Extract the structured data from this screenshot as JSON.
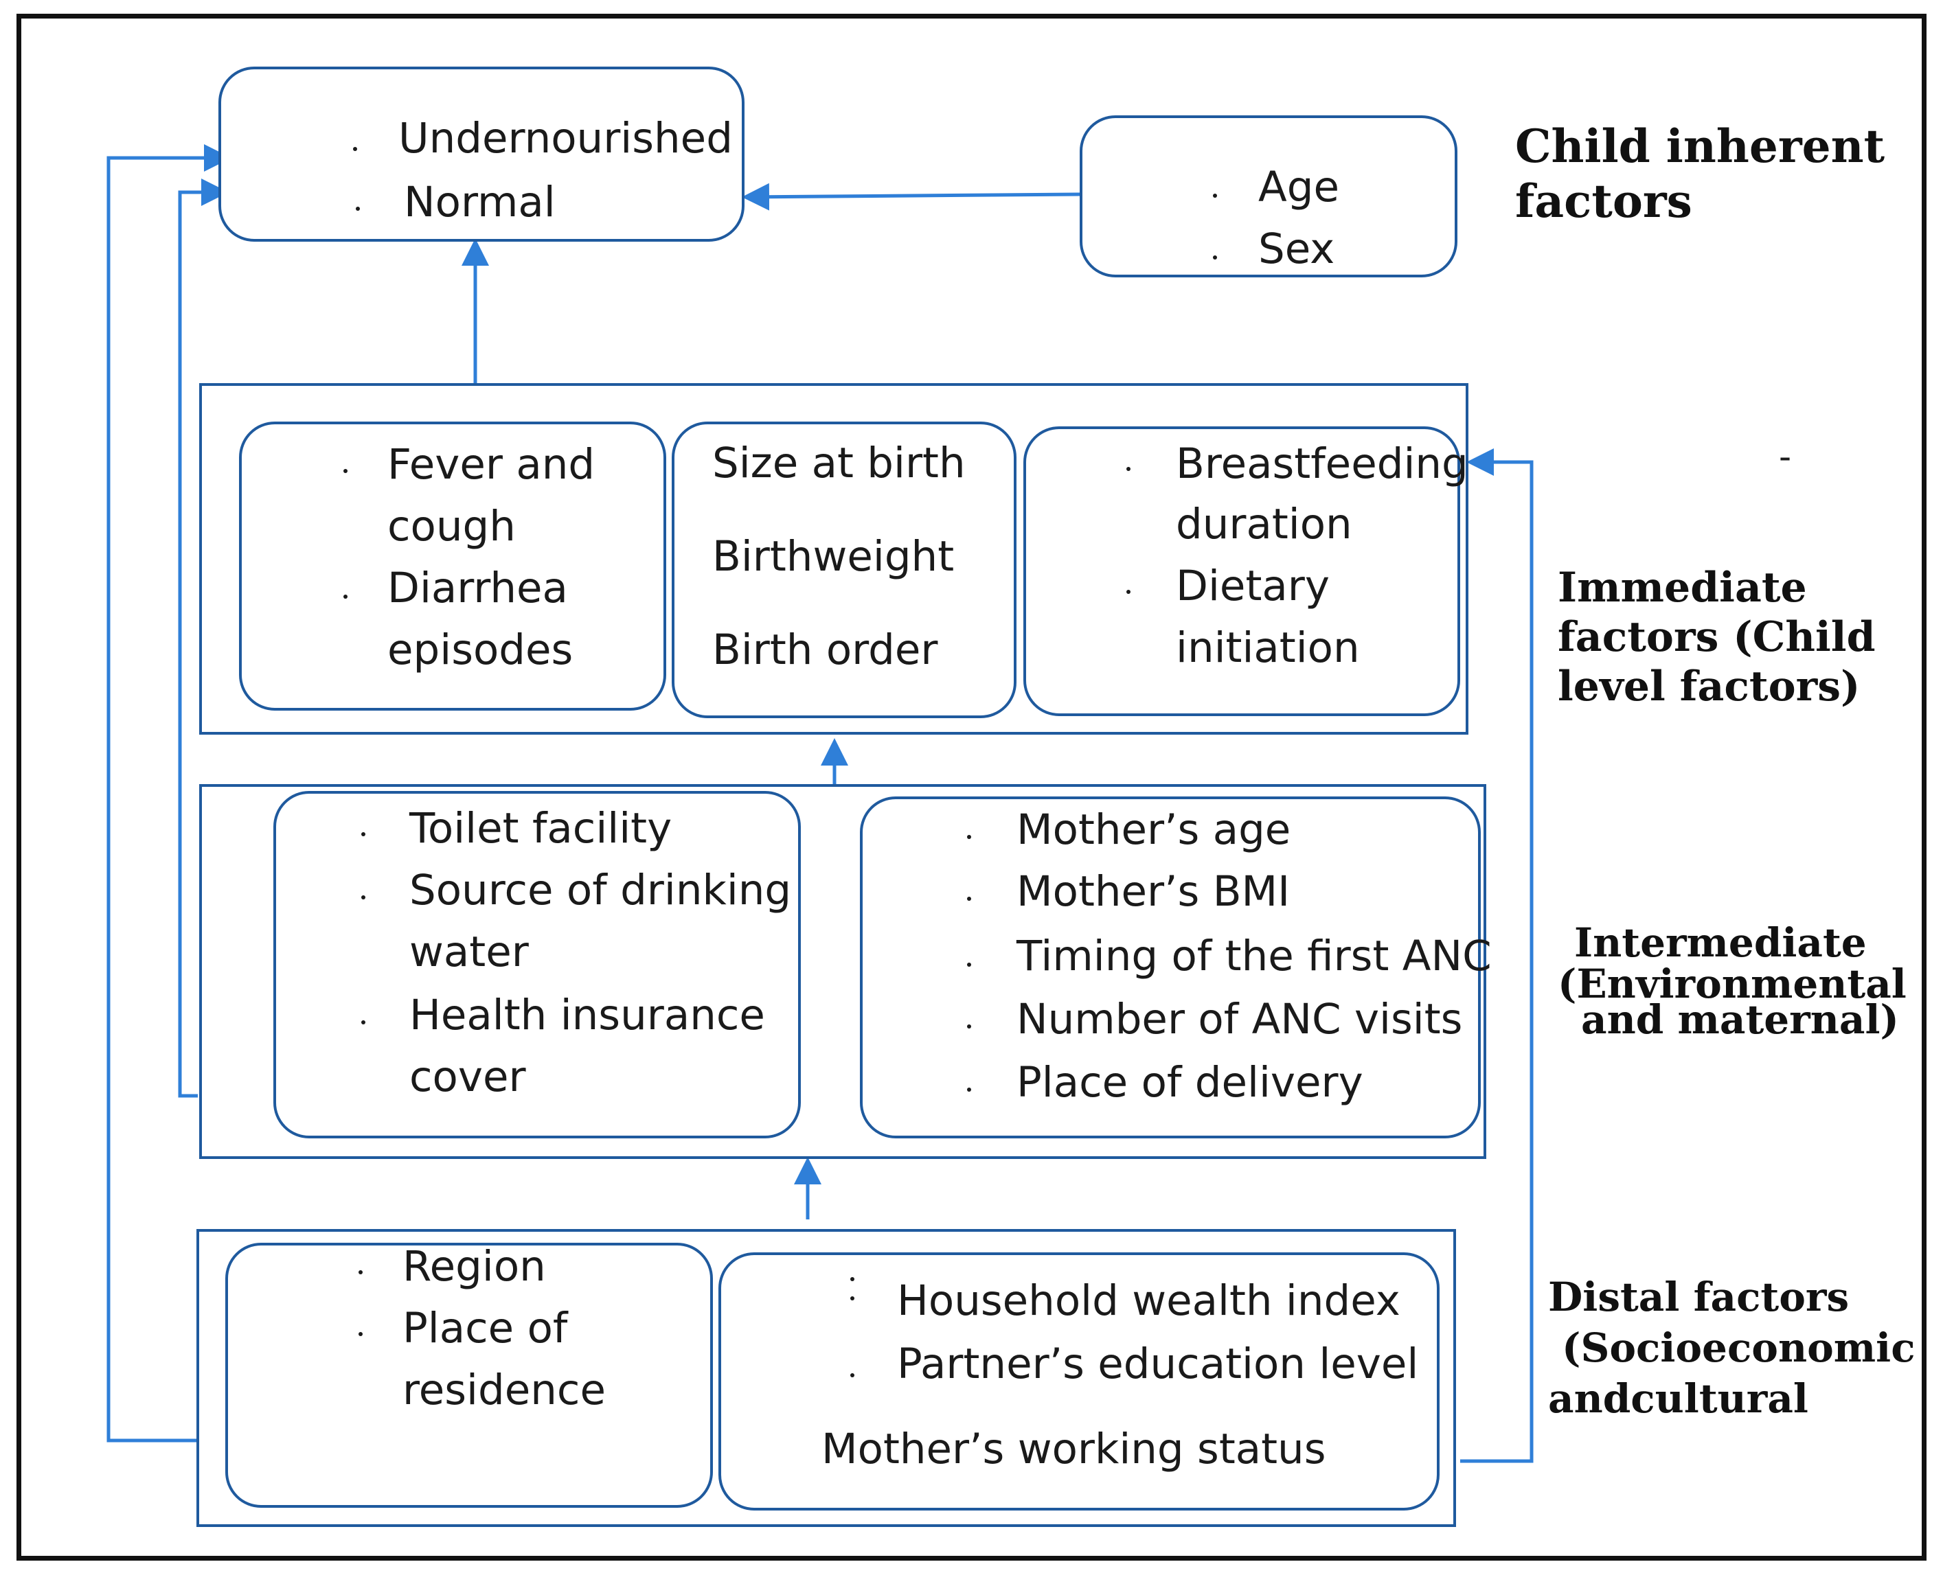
{
  "outcome": {
    "items": [
      "Undernourished",
      "Normal"
    ]
  },
  "child_inherent": {
    "items": [
      "Age",
      "Sex"
    ],
    "label": [
      "Child inherent",
      "factors"
    ]
  },
  "immediate": {
    "boxes": [
      {
        "items": [
          "Fever and",
          "cough",
          "Diarrhea",
          "episodes"
        ]
      },
      {
        "items": [
          "Size at birth",
          "Birthweight",
          "Birth order"
        ]
      },
      {
        "items": [
          "Breastfeeding",
          "duration",
          "Dietary",
          "initiation"
        ]
      }
    ],
    "label": [
      "Immediate",
      "factors (Child",
      "level factors)"
    ],
    "dash": "-"
  },
  "intermediate": {
    "boxes": [
      {
        "items": [
          "Toilet facility",
          "Source of drinking",
          "water",
          "Health insurance",
          "cover"
        ]
      },
      {
        "items": [
          "Mother’s age",
          "Mother’s BMI",
          "Timing of the first ANC",
          "Number of ANC visits",
          "Place of delivery"
        ]
      }
    ],
    "label": [
      "Intermediate",
      "(Environmental",
      "and maternal)"
    ]
  },
  "distal": {
    "boxes": [
      {
        "items": [
          "Region",
          "Place of",
          "residence"
        ]
      },
      {
        "items": [
          "Household wealth index",
          "Partner’s education level",
          "Mother’s working status"
        ]
      }
    ],
    "label": [
      "Distal factors",
      "(Socioeconomic",
      "andcultural"
    ]
  },
  "colors": {
    "connector": "#2f7fd8",
    "box_border": "#1f5a9e",
    "frame": "#111111"
  }
}
